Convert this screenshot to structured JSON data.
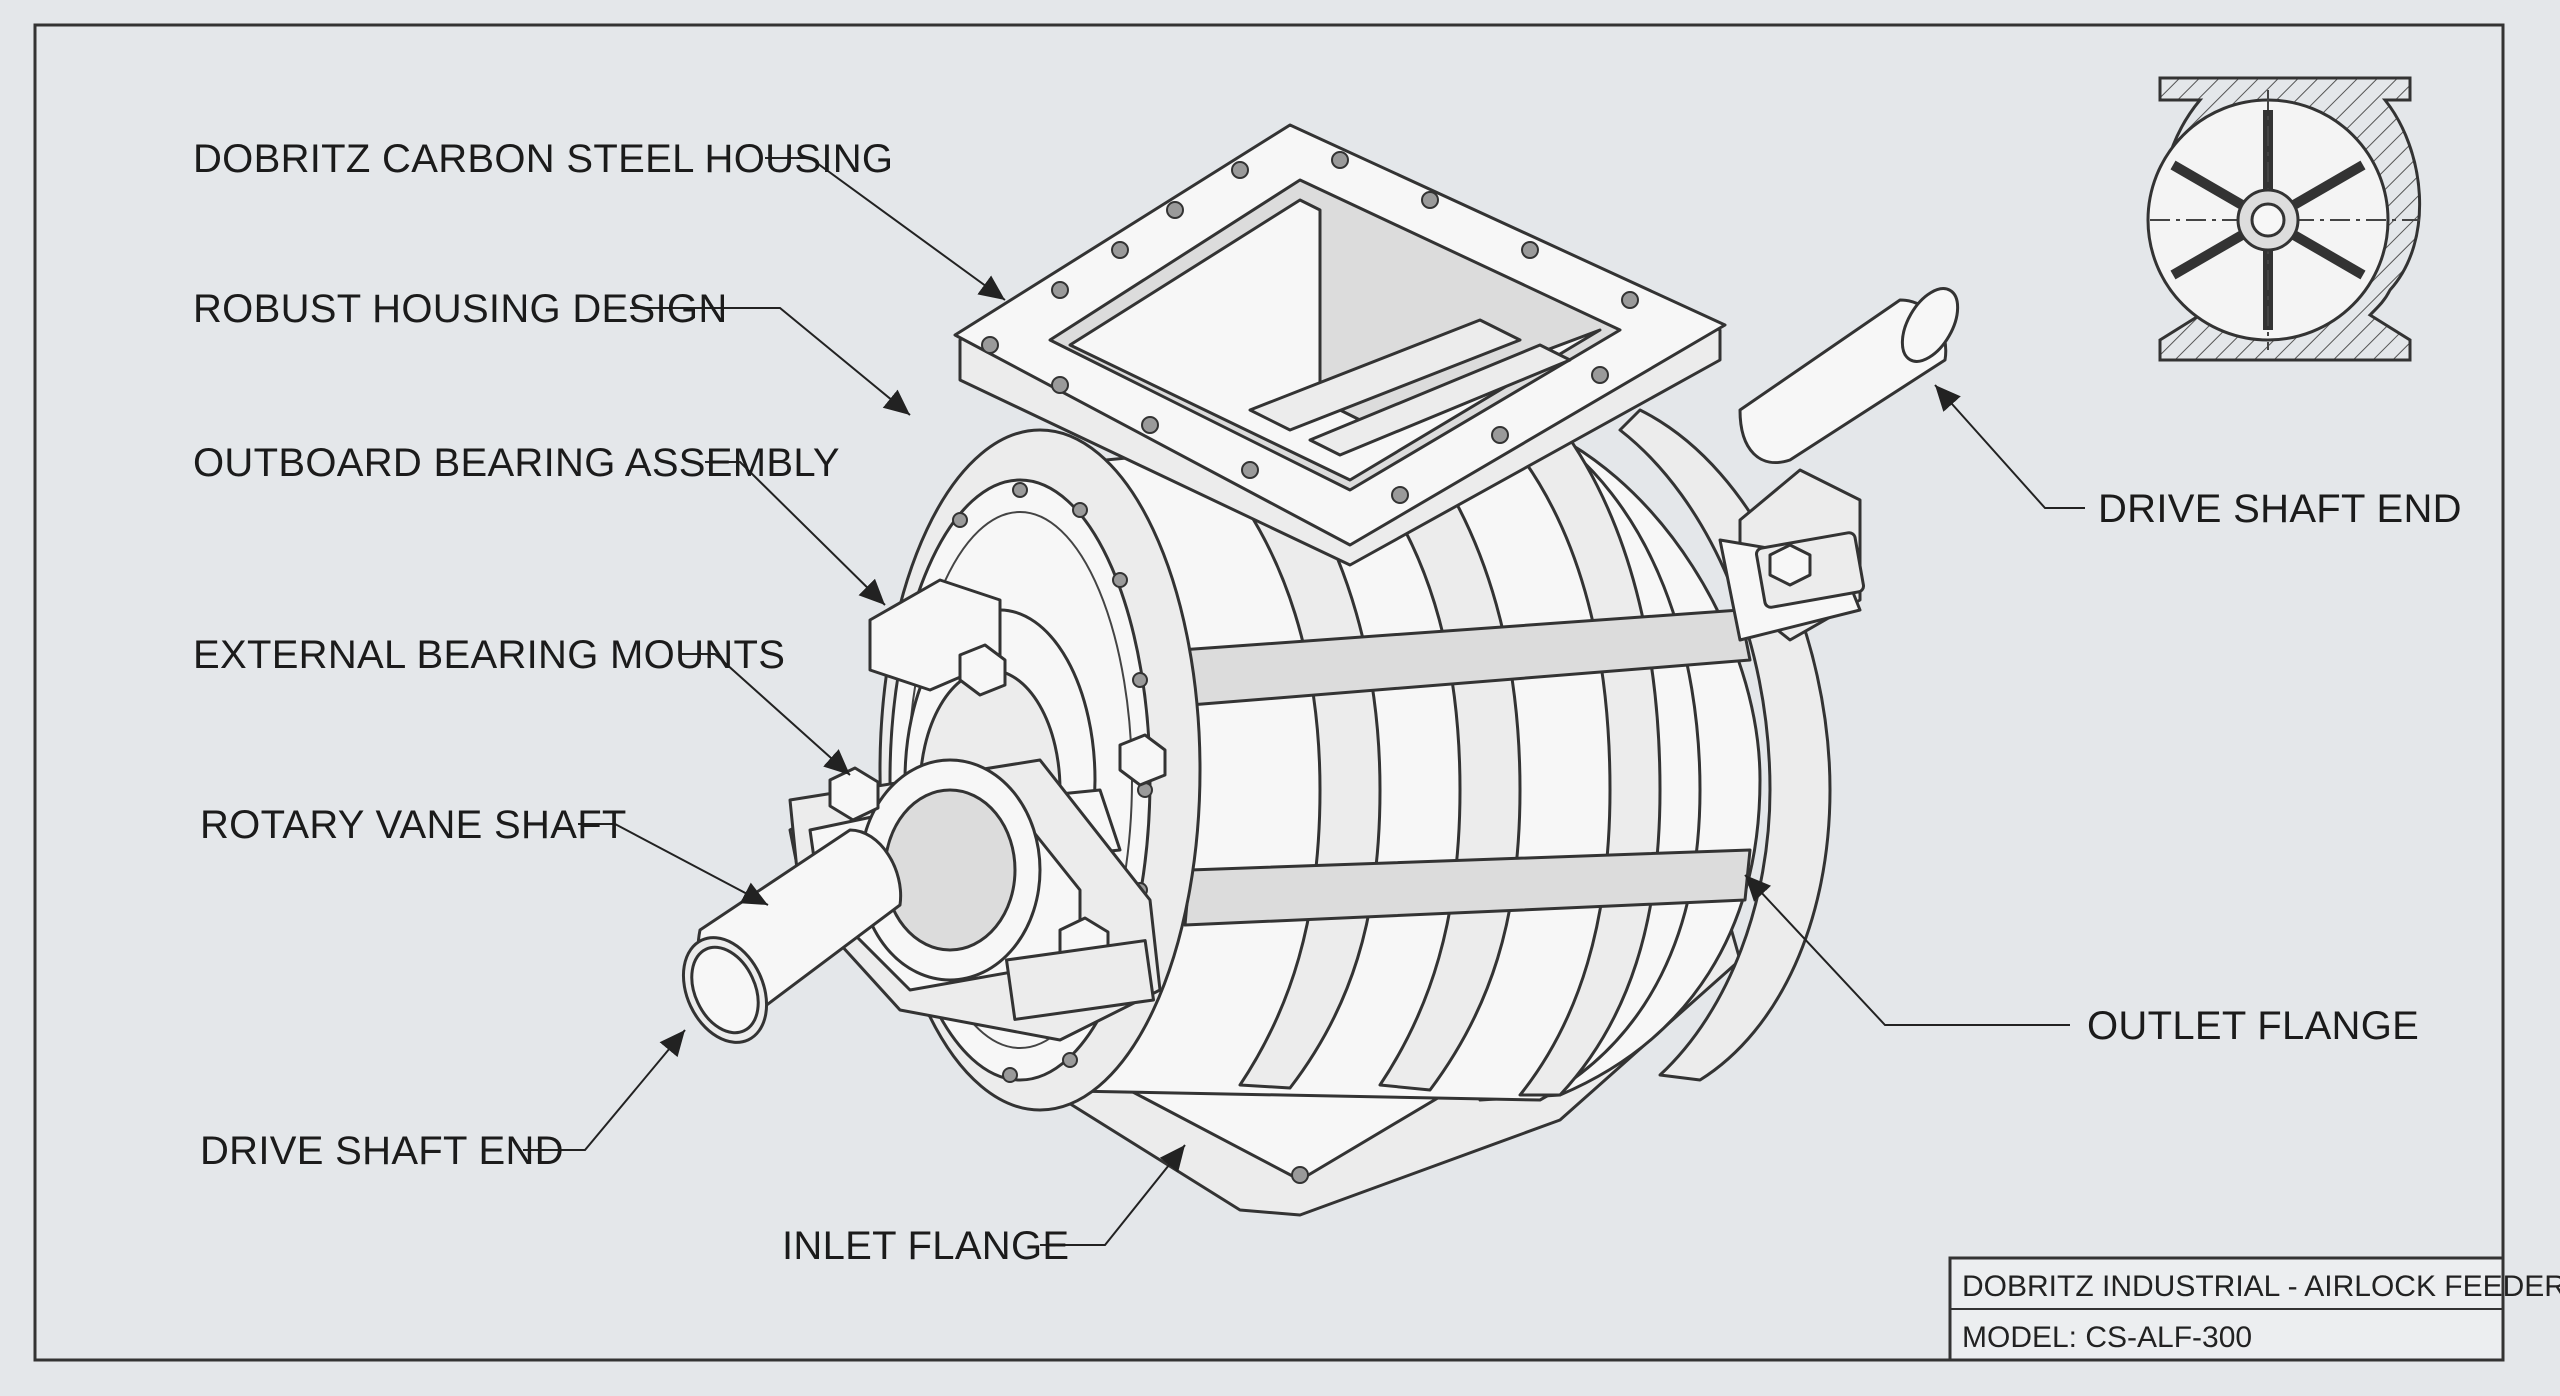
{
  "callouts": {
    "housing": "DOBRITZ CARBON STEEL HOUSING",
    "robust": "ROBUST HOUSING DESIGN",
    "outboard": "OUTBOARD BEARING ASSEMBLY",
    "mounts": "EXTERNAL BEARING MOUNTS",
    "vane_shaft": "ROTARY VANE SHAFT",
    "drive_left": "DRIVE SHAFT END",
    "inlet": "INLET FLANGE",
    "drive_right": "DRIVE SHAFT END",
    "outlet": "OUTLET FLANGE"
  },
  "title_block": {
    "title": "DOBRITZ INDUSTRIAL - AIRLOCK FEEDER",
    "model": "MODEL: CS-ALF-300"
  },
  "colors": {
    "background": "#e4e7ea",
    "line": "#222222",
    "part_fill": "#f7f7f7"
  }
}
